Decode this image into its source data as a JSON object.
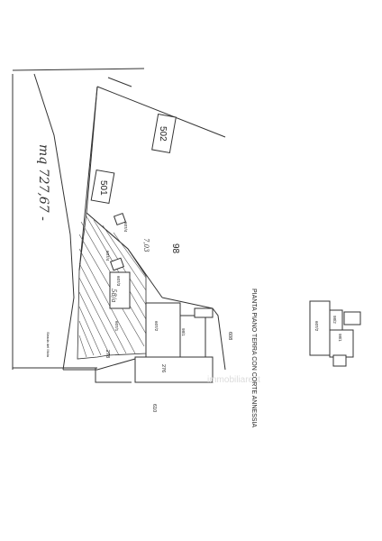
{
  "plan": {
    "title": "PIANTA PIANO TERRA CON CORTE ANNESSIA",
    "road_label": "Strada del Mola",
    "handwritten_area": "mq 727,67 -",
    "handwritten_cote": "7,03",
    "handwritten_parcel": "58/a",
    "parcels": {
      "p501": "501",
      "p502": "502",
      "p98": "98",
      "p278": "278",
      "p276": "276",
      "p610": "610",
      "p608": "608",
      "p607_1": "607/1",
      "p607_2": "607/2",
      "p607_3": "607/3",
      "p607_4": "607/4",
      "p607_4b": "607/4",
      "p98_1": "98/1"
    },
    "inset": {
      "p607_2": "607/2",
      "p98_2": "98/2",
      "p98_1": "98/1"
    },
    "watermark": "immobiliare.it",
    "colors": {
      "line": "#333333",
      "hatch": "#555555",
      "paper": "#ffffff"
    }
  }
}
